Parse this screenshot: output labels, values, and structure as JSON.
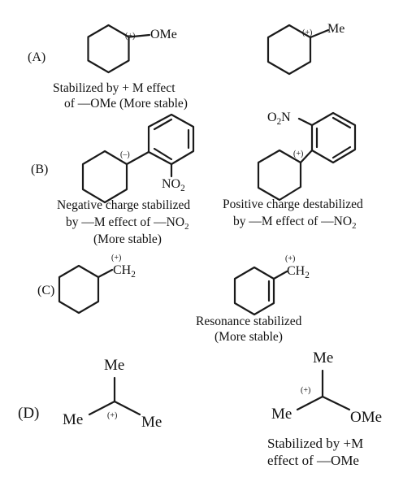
{
  "parts": {
    "A": {
      "label": "(A)",
      "left": {
        "charge": "(+)",
        "group": "OMe",
        "caption_line1": "Stabilized by + M effect",
        "caption_line2": "of —OMe (More stable)"
      },
      "right": {
        "charge": "(+)",
        "group": "Me"
      }
    },
    "B": {
      "label": "(B)",
      "left": {
        "charge": "(–)",
        "group_main": "NO",
        "group_sub": "2",
        "caption_line1": "Negative charge stabilized",
        "caption_line2_main": "by —M effect of —NO",
        "caption_line2_sub": "2",
        "caption_line3": "(More stable)"
      },
      "right": {
        "charge": "(+)",
        "group_pre": "O",
        "group_sub": "2",
        "group_post": "N",
        "caption_line1": "Positive charge destabilized",
        "caption_line2_main": "by —M effect of —NO",
        "caption_line2_sub": "2"
      }
    },
    "C": {
      "label": "(C)",
      "left": {
        "charge": "(+)",
        "group_main": "CH",
        "group_sub": "2"
      },
      "right": {
        "charge": "(+)",
        "group_main": "CH",
        "group_sub": "2",
        "caption_line1": "Resonance stabilized",
        "caption_line2": "(More stable)"
      }
    },
    "D": {
      "label": "(D)",
      "left": {
        "charge": "(+)",
        "top": "Me",
        "left_group": "Me",
        "right_group": "Me"
      },
      "right": {
        "charge": "(+)",
        "top": "Me",
        "left_group": "Me",
        "right_group": "OMe",
        "caption_line1": "Stabilized by +M",
        "caption_line2": "effect of —OMe"
      }
    }
  }
}
